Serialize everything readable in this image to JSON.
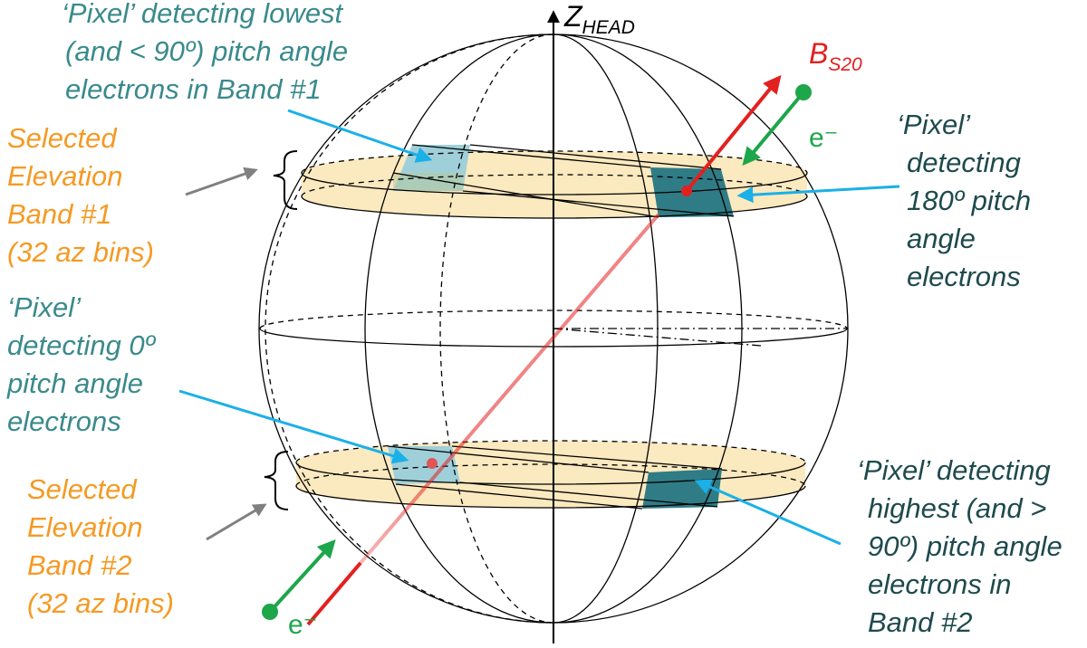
{
  "colors": {
    "band": "#fbe9bf",
    "pixel_light": "#9fd0da",
    "pixel_dark": "#2f7c86",
    "b_field": "#e32020",
    "electron": "#1da64a",
    "pointer": "#1ab0e8",
    "gray_arrow": "#808080",
    "orange_text": "#f59a23",
    "teal_text": "#3a8a8c",
    "dark_text": "#1e4a4d"
  },
  "axis": {
    "z_main": "Z",
    "z_sub": "HEAD",
    "b_main": "B",
    "b_sub": "S20",
    "electron_top": "e⁻",
    "electron_bottom": "e⁻"
  },
  "labels": {
    "lowest_pixel": [
      "‘Pixel’ detecting lowest",
      "(and < 90º) pitch angle",
      "electrons in Band #1"
    ],
    "band1": [
      "Selected",
      "Elevation",
      "Band #1",
      "(32 az bins)"
    ],
    "pixel_180": [
      "‘Pixel’",
      "detecting",
      "180º pitch",
      "angle",
      "electrons"
    ],
    "pixel_0": [
      "‘Pixel’",
      "detecting 0º",
      "pitch angle",
      "electrons"
    ],
    "band2": [
      "Selected",
      "Elevation",
      "Band #2",
      "(32 az bins)"
    ],
    "highest_pixel": [
      "‘Pixel’ detecting",
      "highest (and >",
      "90º) pitch angle",
      "electrons in",
      "Band #2"
    ]
  }
}
